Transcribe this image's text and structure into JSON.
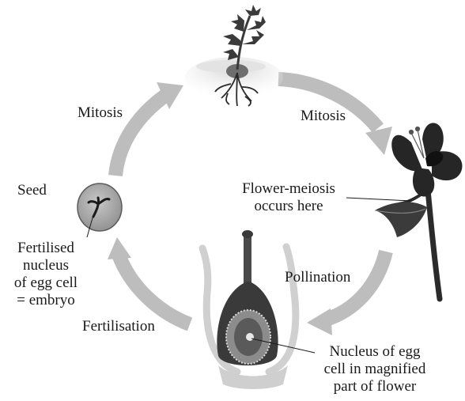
{
  "labels": {
    "mitosis_left": "Mitosis",
    "mitosis_right": "Mitosis",
    "flower_meiosis": [
      "Flower-meiosis",
      "occurs here"
    ],
    "seed": "Seed",
    "fertilised": [
      "Fertilised",
      "nucleus",
      "of egg cell",
      "= embryo"
    ],
    "pollination": "Pollination",
    "fertilisation": "Fertilisation",
    "nucleus": [
      "Nucleus of egg",
      "cell in magnified",
      "part of flower"
    ]
  },
  "colors": {
    "arrow": "#bdbdbd",
    "ink": "#1a1a1a",
    "dark": "#2b2b2b",
    "mid": "#7a7a7a",
    "light": "#d9d9d9"
  }
}
